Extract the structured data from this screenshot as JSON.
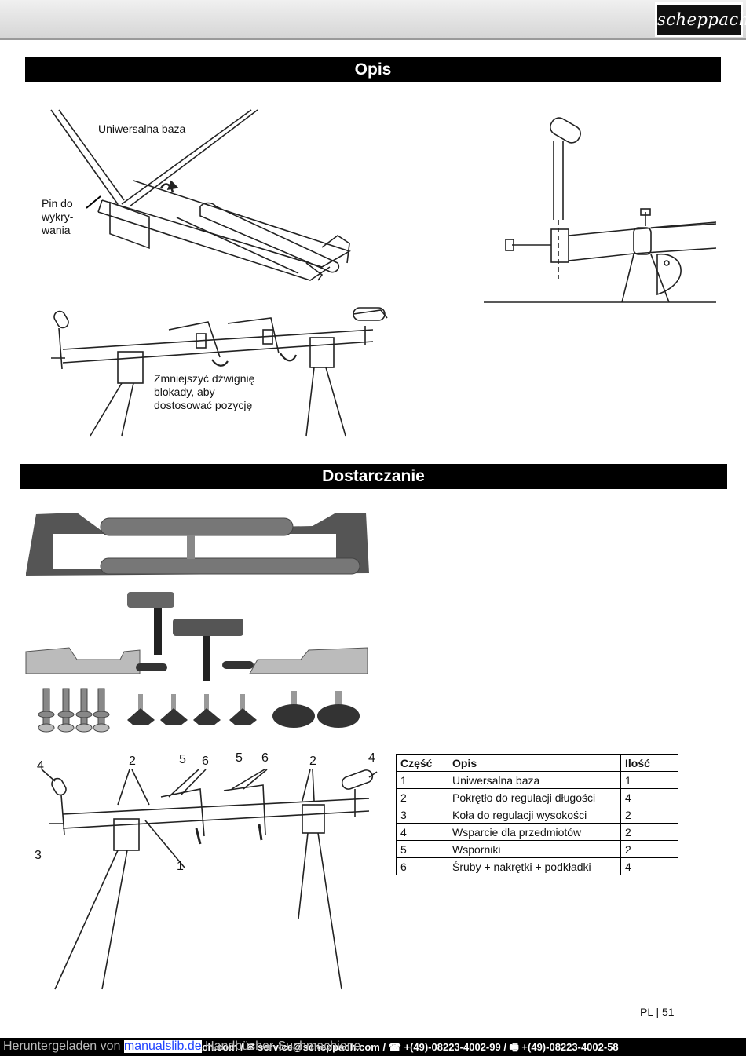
{
  "header": {
    "logo_text": "scheppach"
  },
  "sections": {
    "opis": "Opis",
    "dostarczanie": "Dostarczanie"
  },
  "figure1": {
    "label_base": "Uniwersalna baza",
    "label_pin": "Pin do\nwykry-\nwania",
    "label_lever": "Zmniejszyć dźwignię\nblokady, aby\ndostosować pozycję"
  },
  "figure3": {
    "numbers": [
      "4",
      "2",
      "5",
      "6",
      "5",
      "6",
      "2",
      "4",
      "3",
      "1"
    ]
  },
  "parts_table": {
    "headers": [
      "Część",
      "Opis",
      "Ilość"
    ],
    "rows": [
      [
        "1",
        "Uniwersalna baza",
        "1"
      ],
      [
        "2",
        "Pokrętło do regulacji długości",
        "4"
      ],
      [
        "3",
        "Koła do regulacji wysokości",
        "2"
      ],
      [
        "4",
        "Wsparcie dla przedmiotów",
        "2"
      ],
      [
        "5",
        "Wsporniki",
        "2"
      ],
      [
        "6",
        "Śruby + nakrętki + podkładki",
        "4"
      ]
    ]
  },
  "page_number": "PL | 51",
  "footer": {
    "download_prefix": "Heruntergeladen von ",
    "download_link": "manualslib.de",
    "download_suffix": " Handbücher-Suchmachiene",
    "contact": "ach.com / ✉ service@scheppach.com / ☎ +(49)-08223-4002-99 / 🖷 +(49)-08223-4002-58"
  }
}
